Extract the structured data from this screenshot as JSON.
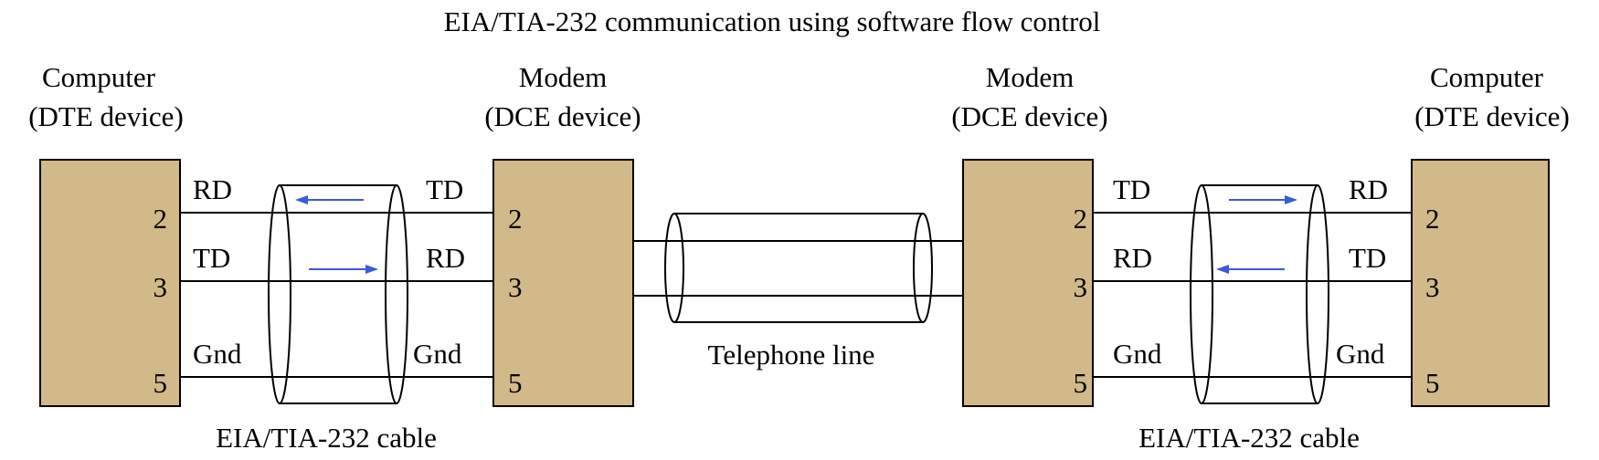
{
  "title": "EIA/TIA-232 communication using software flow control",
  "devices": {
    "left_computer": {
      "line1": "Computer",
      "line2": "(DTE device)"
    },
    "left_modem": {
      "line1": "Modem",
      "line2": "(DCE device)"
    },
    "right_modem": {
      "line1": "Modem",
      "line2": "(DCE device)"
    },
    "right_computer": {
      "line1": "Computer",
      "line2": "(DTE device)"
    }
  },
  "pins": {
    "p2": "2",
    "p3": "3",
    "p5": "5"
  },
  "left_cable": {
    "label": "EIA/TIA-232 cable",
    "left_labels": {
      "top": "RD",
      "mid": "TD",
      "bottom": "Gnd"
    },
    "right_labels": {
      "top": "TD",
      "mid": "RD",
      "bottom": "Gnd"
    }
  },
  "right_cable": {
    "label": "EIA/TIA-232 cable",
    "left_labels": {
      "top": "TD",
      "mid": "RD",
      "bottom": "Gnd"
    },
    "right_labels": {
      "top": "RD",
      "mid": "TD",
      "bottom": "Gnd"
    }
  },
  "telephone_line": {
    "label": "Telephone line"
  },
  "colors": {
    "device_fill": "#d2b98a",
    "arrow": "#3b5bdb"
  }
}
